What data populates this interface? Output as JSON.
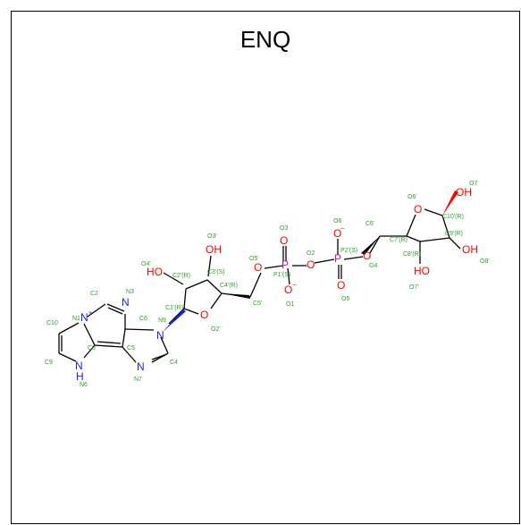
{
  "title": "ENQ",
  "colors": {
    "carbon_label": "#2ca02c",
    "nitrogen": "#1a1aff",
    "oxygen": "#ff0000",
    "phosphorus": "#aa22aa",
    "bond": "#000000"
  },
  "atoms": {
    "n_ring1": "N",
    "n_ring2": "N",
    "n_ring3": "N",
    "n_ring4": "N",
    "nh": "N",
    "h": "H",
    "n9": "N",
    "o2p": "OH",
    "o3p": "OH",
    "o4p": "O",
    "o5p": "O",
    "p1": "P",
    "p2": "P",
    "o5": "O",
    "o2": "O",
    "o4": "O",
    "o1": "O",
    "o3": "O",
    "o_dbl1": "O",
    "o_dbl2": "O",
    "o6p": "O",
    "o_neg1": "O",
    "o_neg2": "O",
    "o7_oh": "OH",
    "o8_oh": "OH",
    "o7p_ho": "HO",
    "ho_left": "HO",
    "plus": "+",
    "minus": "−"
  },
  "labels": {
    "C2": "C2",
    "N3": "N3",
    "N1": "N1",
    "C10": "C10",
    "C6": "C6",
    "C5": "C5",
    "C9": "C9",
    "N6": "N6",
    "N7": "N7",
    "C4": "C4",
    "C8": "C8",
    "N9": "N9",
    "C1R": "C1'(R)",
    "C2R": "C2'(R)",
    "C3S": "C3'(S)",
    "C4R": "C4'(R)",
    "O4p": "O4'",
    "O3p": "O3'",
    "O2p": "O2'",
    "C5p": "C5'",
    "O5p": "O5'",
    "P1": "P1'(S)",
    "O1": "O1",
    "O2": "O2",
    "O3": "O3",
    "P2": "P2'(S)",
    "O5": "O5",
    "O6": "O6",
    "O4": "O4",
    "C6p": "C6'",
    "O6p": "O6'",
    "C7R": "C7'(R)",
    "C8R": "C8'(R)",
    "C9R": "C9'(R)",
    "C10R": "C10'(R)",
    "O7": "O7",
    "O7p": "O7'",
    "O8p": "O8'"
  }
}
